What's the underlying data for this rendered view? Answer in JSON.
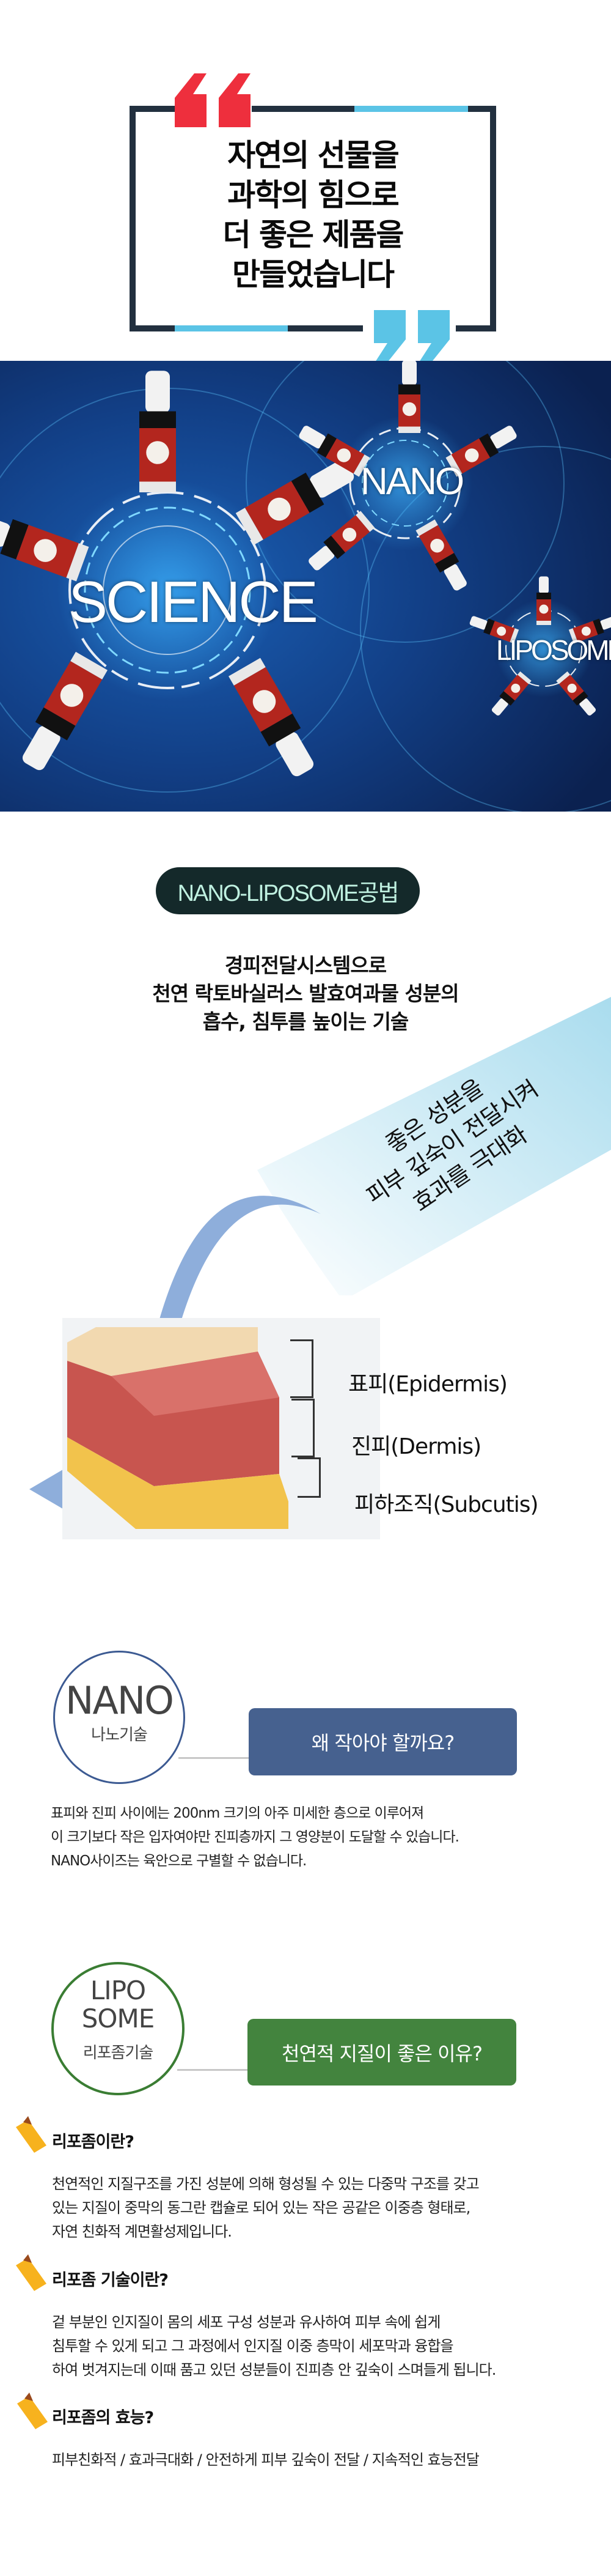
{
  "quote": {
    "lines": [
      "자연의 선물을",
      "과학의 힘으로",
      "더 좋은 제품을",
      "만들었습니다"
    ],
    "open_mark": "“",
    "close_mark": "”",
    "colors": {
      "frame": "#22303f",
      "accent_blue": "#5bc4e6",
      "accent_red": "#ee2f3d"
    }
  },
  "banner": {
    "words": {
      "science": "SCIENCE",
      "nano": "NANO",
      "liposome": "LIPOSOME"
    }
  },
  "method": {
    "pill_label": "NANO-LIPOSOME공법",
    "description": [
      "경피전달시스템으로",
      "천연 락토바실러스 발효여과물 성분의",
      "흡수, 침투를 높이는 기술"
    ],
    "beam_text": [
      "좋은 성분을",
      "피부 깊숙이 전달시켜",
      "효과를 극대화"
    ],
    "skin_layers": [
      "표피(Epidermis)",
      "진피(Dermis)",
      "피하조직(Subcutis)"
    ]
  },
  "nano": {
    "circle_title": "NANO",
    "circle_subtitle": "나노기술",
    "button_label": "왜 작아야 할까요?",
    "color": "#46618f",
    "paragraph": [
      "표피와 진피 사이에는 200nm 크기의 아주 미세한 층으로 이루어져",
      "이 크기보다 작은 입자여야만 진피층까지 그 영양분이 도달할 수 있습니다.",
      "NANO사이즈는 육안으로 구별할 수 없습니다."
    ]
  },
  "liposome": {
    "circle_title_1": "LIPO",
    "circle_title_2": "SOME",
    "circle_subtitle": "리포좀기술",
    "button_label": "천연적 지질이 좋은 이유?",
    "color": "#43843e",
    "sections": [
      {
        "icon": "pencil-icon",
        "heading": "리포좀이란?",
        "lines": [
          "천연적인 지질구조를 가진 성분에 의해 형성될 수 있는 다중막 구조를 갖고",
          "있는 지질이 중막의 동그란 캡슐로 되어 있는  작은 공같은 이중층 형태로,",
          "자연 친화적 계면활성제입니다."
        ]
      },
      {
        "icon": "pencil-icon",
        "heading": "리포좀 기술이란?",
        "lines": [
          "겉 부분인 인지질이 몸의 세포 구성 성분과 유사하여 피부 속에 쉽게",
          "침투할 수 있게 되고 그 과정에서 인지질 이중 층막이 세포막과 융합을",
          "하여 벗겨지는데 이때 품고 있던 성분들이 진피층 안 깊숙이 스며들게 됩니다."
        ]
      },
      {
        "icon": "pencil-icon",
        "heading": "리포좀의 효능?",
        "lines": [
          "피부친화적 / 효과극대화 / 안전하게 피부 깊숙이 전달 / 지속적인 효능전달"
        ]
      }
    ]
  }
}
